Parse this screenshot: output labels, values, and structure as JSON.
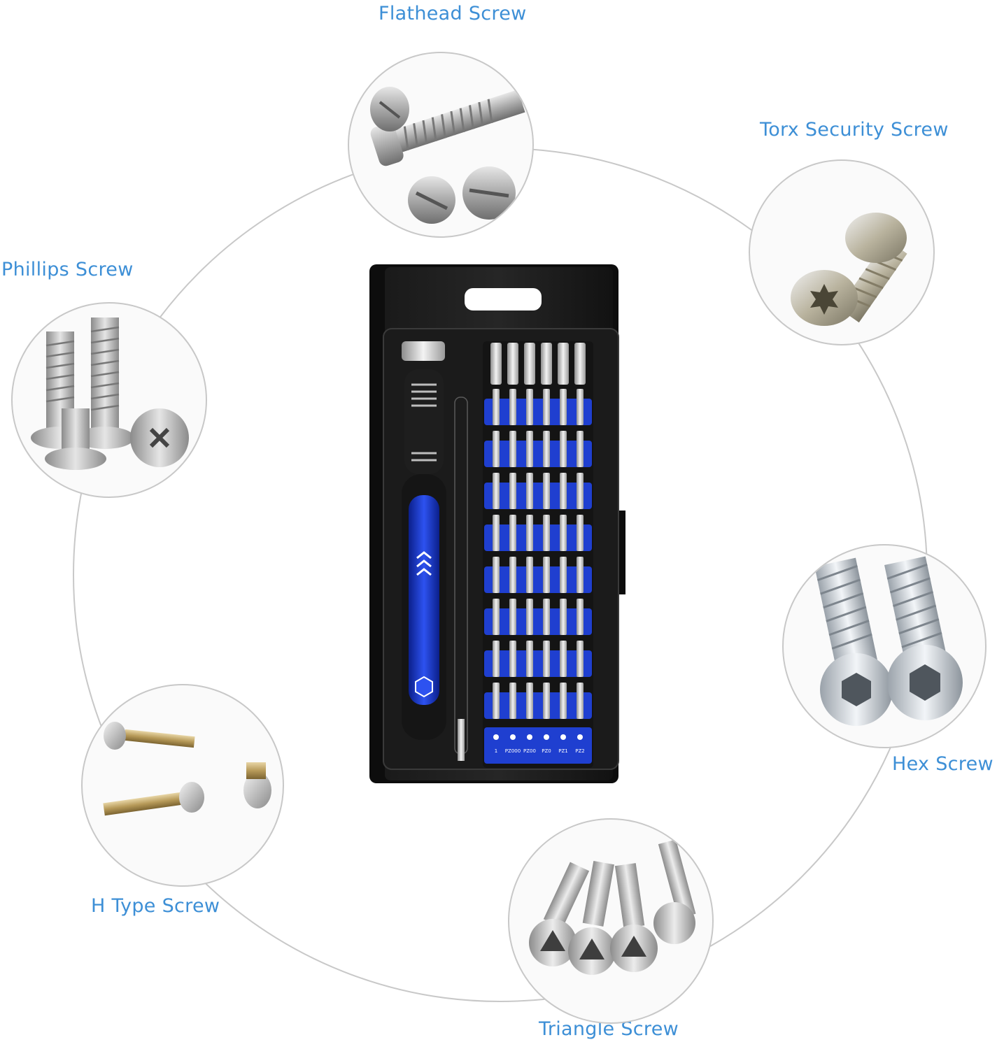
{
  "labels": {
    "flathead": "Flathead Screw",
    "torx": "Torx Security Screw",
    "phillips": "Phillips Screw",
    "hex": "Hex Screw",
    "htype": "H Type Screw",
    "triangle": "Triangle Screw"
  },
  "bit_markings": [
    "1",
    "PZ000",
    "PZ00",
    "PZ0",
    "PZ1",
    "PZ2"
  ],
  "colors": {
    "label": "#3d8fd6",
    "accent_blue": "#1f3fd0",
    "case_black": "#111111",
    "ring": "#c8c8c8"
  }
}
